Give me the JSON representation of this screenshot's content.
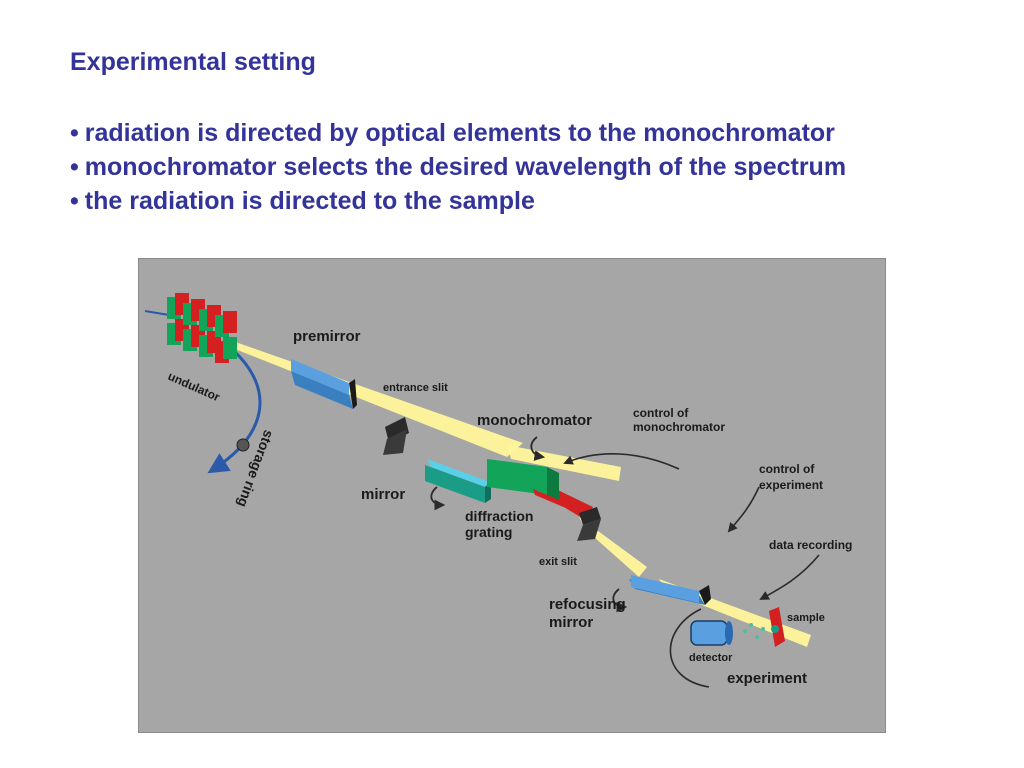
{
  "slide": {
    "title": "Experimental setting",
    "bullets": [
      "radiation is directed by optical elements to the monochromator",
      "monochromator selects the desired wavelength of the spectrum",
      "the radiation is directed to the sample"
    ],
    "bullet_symbol": "•"
  },
  "diagram": {
    "labels": {
      "undulator": "undulator",
      "storage_ring": "storage ring",
      "premirror": "premirror",
      "entrance_slit": "entrance slit",
      "monochromator": "monochromator",
      "control_mono_1": "control of",
      "control_mono_2": "monochromator",
      "mirror": "mirror",
      "diffraction_1": "diffraction",
      "diffraction_2": "grating",
      "exit_slit": "exit slit",
      "control_exp_1": "control of",
      "control_exp_2": "experiment",
      "data_recording": "data recording",
      "refocusing_1": "refocusing",
      "refocusing_2": "mirror",
      "sample": "sample",
      "detector": "detector",
      "experiment": "experiment"
    },
    "colors": {
      "background": "#a6a6a6",
      "beam": "#fff59a",
      "teal": "#1a9c86",
      "green": "#12a55a",
      "blue": "#5aa0e0",
      "red": "#d42020",
      "dark": "#2a2a2a",
      "arrow": "#2a5aa8"
    }
  }
}
